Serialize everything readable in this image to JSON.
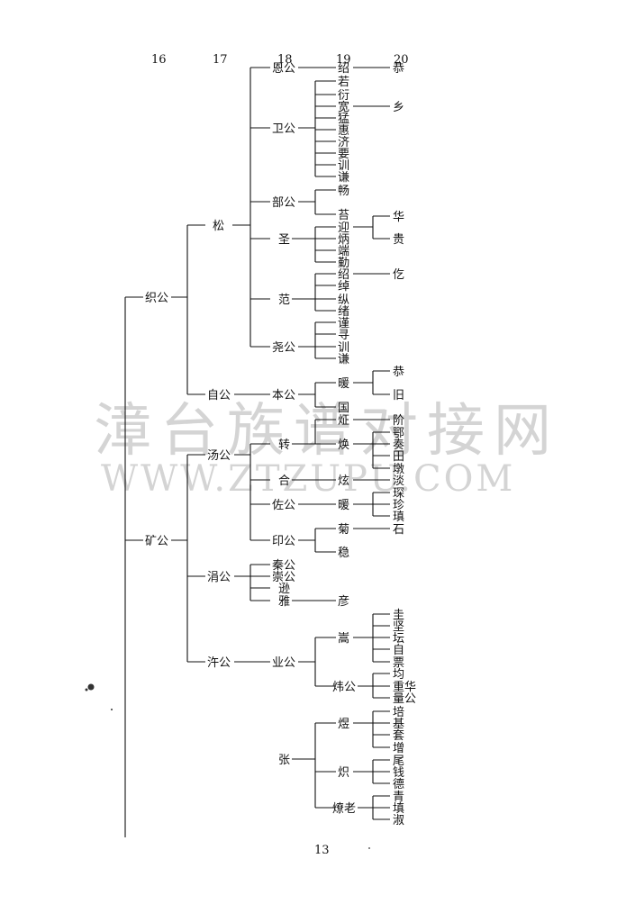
{
  "generations": [
    "16",
    "17",
    "18",
    "19",
    "20"
  ],
  "watermark": {
    "cn": "漳台族谱对接网",
    "en": "WWW.ZTZUPU.COM"
  },
  "page_number": "13",
  "names": {
    "zhi": "织公",
    "kuang": "矿公",
    "song": "松",
    "zi": "自公",
    "tang": "汤公",
    "juan": "涓公",
    "xu": "汻公",
    "zhang": "张",
    "en": "恩公",
    "wei": "卫公",
    "bu": "部公",
    "sheng": "圣",
    "fan": "范",
    "yan": "尧公",
    "ben": "本公",
    "zhuan": "转",
    "he": "合",
    "zuo": "佐公",
    "yin": "印公",
    "qin": "秦公",
    "chong": "崇公",
    "xun": "逊",
    "ya": "雅",
    "ye": "业公",
    "shao1": "绍",
    "ruo": "若",
    "yan2": "衍",
    "kuan": "宽",
    "meng": "猛",
    "hui": "惠",
    "ji": "济",
    "yao": "要",
    "xun1": "训",
    "qian1": "谦",
    "chang": "畅",
    "ge": "苔",
    "ying": "迎",
    "bing": "炳",
    "duan": "端",
    "qin2": "勤",
    "shao2": "绍",
    "pian": "绰",
    "zong": "纵",
    "xu2": "绪",
    "jin": "谨",
    "xun3": "寻",
    "xun2": "训",
    "qian2": "谦",
    "nuan": "暖",
    "guo": "国",
    "zuo2": "炡",
    "huan": "焕",
    "xuan": "炫",
    "nuan2": "暖",
    "ju": "菊",
    "wen": "稳",
    "yan3": "彦",
    "song2": "嵩",
    "wei2": "炜公",
    "yu": "煜",
    "zhi2": "炽",
    "liao": "燎老",
    "gong": "恭",
    "xiang": "乡",
    "hua": "华",
    "gui": "贵",
    "qi": "仡",
    "gong2": "恭",
    "jiu": "旧",
    "jie": "阶",
    "e": "鄂",
    "zou": "奏",
    "tian": "田",
    "dun": "墩",
    "dan": "淡",
    "huan2": "琛",
    "zhen": "珍",
    "tian2": "瑱",
    "shi": "石",
    "gui2": "圭",
    "jian": "坚",
    "tan": "坛",
    "zi2": "自",
    "piao": "票",
    "jun": "均",
    "zhonghua": "重华",
    "lianggong": "量公",
    "pei": "培",
    "ji2": "基",
    "tao": "套",
    "zeng": "增",
    "wei3": "尾",
    "qian": "钱",
    "de": "德",
    "qing": "青",
    "tian3": "填",
    "shu": "淑"
  }
}
